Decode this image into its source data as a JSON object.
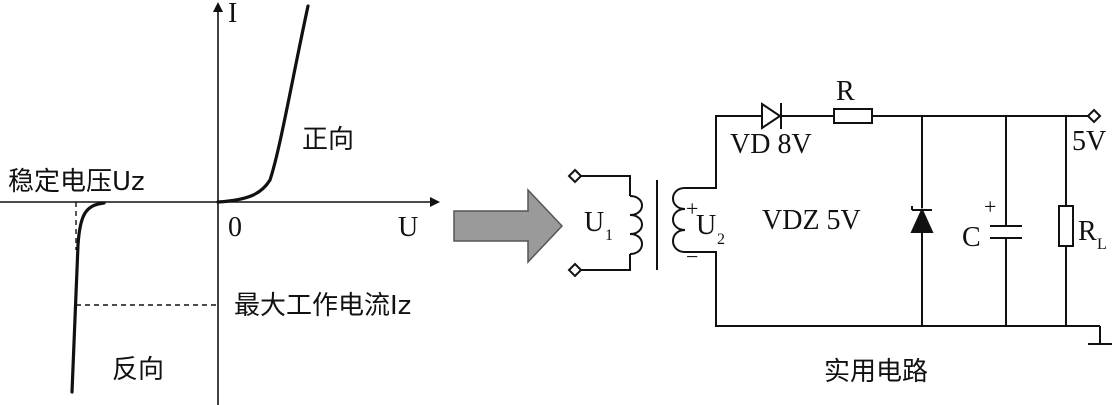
{
  "curve": {
    "axis_i": "I",
    "axis_u": "U",
    "origin": "0",
    "forward": "正向",
    "reverse": "反向",
    "stable_voltage": "稳定电压Uz",
    "max_current": "最大工作电流Iz"
  },
  "circuit": {
    "u1": "U",
    "u1_sub": "1",
    "u2": "U",
    "u2_sub": "2",
    "plus": "+",
    "minus": "−",
    "vd": "VD 8V",
    "r": "R",
    "vdz": "VDZ 5V",
    "c": "C",
    "c_plus": "+",
    "rl": "R",
    "rl_sub": "L",
    "out": "5V",
    "caption": "实用电路"
  }
}
